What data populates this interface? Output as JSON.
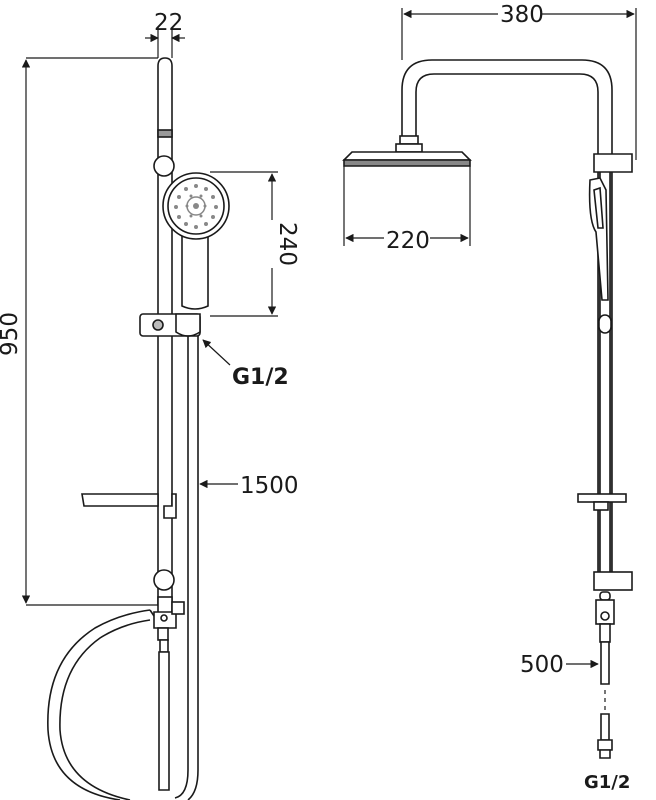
{
  "dimensions": {
    "rail_diameter": "22",
    "total_height": "950",
    "hand_shower_length": "240",
    "connection_left": "G1/2",
    "hose_length": "1500",
    "overhead_width": "380",
    "rain_head_width": "220",
    "lower_hose_length": "500",
    "connection_right": "G1/2"
  }
}
